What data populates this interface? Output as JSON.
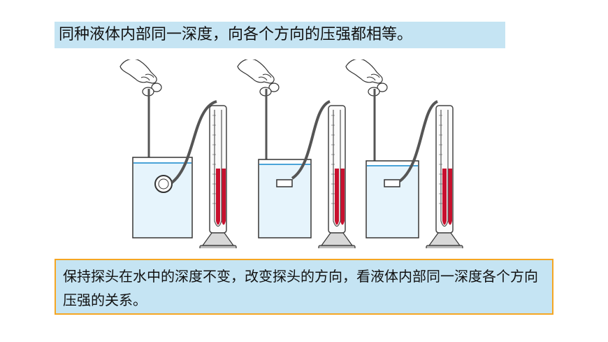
{
  "title": "同种液体内部同一深度，向各个方向的压强都相等。",
  "caption": "保持探头在水中的深度不变，改变探头的方向，看液体内部同一深度各个方向压强的关系。",
  "colors": {
    "banner_bg": "#c5e4f3",
    "caption_border": "#f5a623",
    "liquid_red": "#c8102e",
    "water": "#bfe3f7"
  },
  "figure": {
    "panels": [
      {
        "probe_orientation": "facing-side",
        "left_column_level": 0.62,
        "right_column_level": 0.62
      },
      {
        "probe_orientation": "facing-down",
        "left_column_level": 0.62,
        "right_column_level": 0.62
      },
      {
        "probe_orientation": "facing-up",
        "left_column_level": 0.62,
        "right_column_level": 0.62
      }
    ],
    "icons": [
      "hand-icon",
      "beaker-icon",
      "probe-icon",
      "u-tube-manometer-icon"
    ]
  }
}
